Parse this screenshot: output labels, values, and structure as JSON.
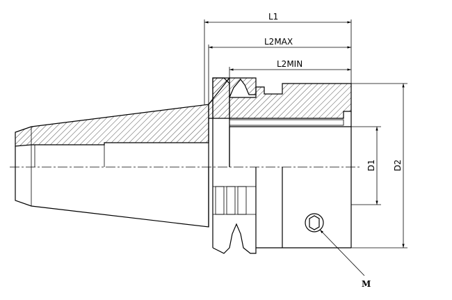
{
  "labels": {
    "l1": "L1",
    "l2max": "L2MAX",
    "l2min": "L2MIN",
    "d1": "D1",
    "d2": "D2",
    "m": "M"
  }
}
